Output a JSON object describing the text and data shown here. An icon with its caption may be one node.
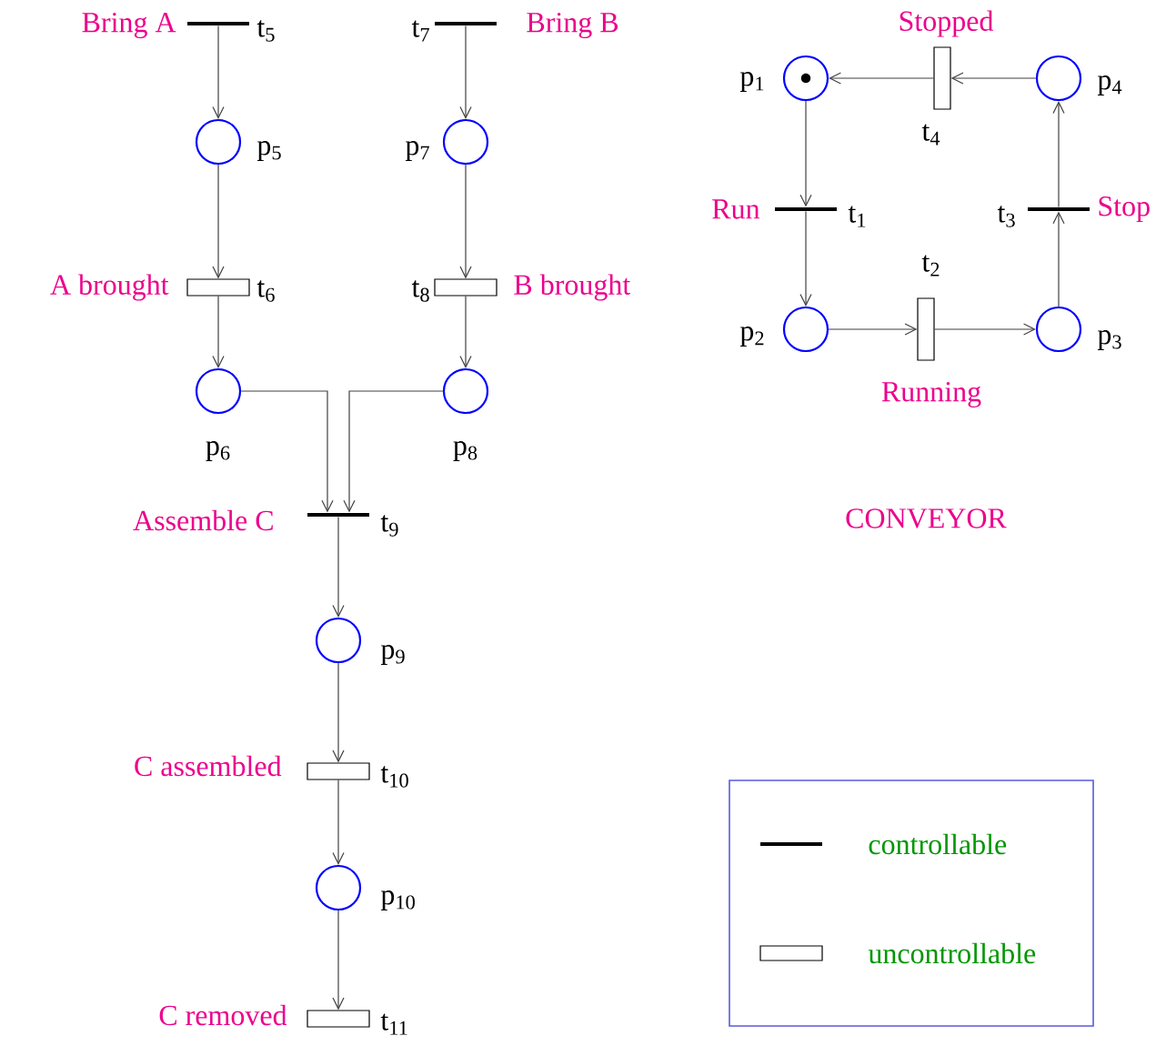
{
  "diagram": {
    "nodes": [
      {
        "text": [],
        "shape": "bar",
        "beside": [
          "Bring A",
          "t$_{5}$"
        ]
      },
      {
        "text": [],
        "shape": "bar",
        "beside": [
          "t$_{7}$",
          "Bring B"
        ]
      },
      {
        "text": [],
        "shape": "circle",
        "beside": [
          "p$_{5}$"
        ]
      },
      {
        "text": [],
        "shape": "circle",
        "beside": [
          "p$_{7}$"
        ]
      },
      {
        "text": [],
        "shape": "box",
        "beside": [
          "A brought",
          "t$_{6}$"
        ]
      },
      {
        "text": [],
        "shape": "box",
        "beside": [
          "t$_{8}$",
          "B brought"
        ]
      },
      {
        "text": [],
        "shape": "circle",
        "beside": [
          "p$_{6}$"
        ]
      },
      {
        "text": [],
        "shape": "circle",
        "beside": [
          "p$_{8}$"
        ]
      },
      {
        "text": [],
        "shape": "bar",
        "beside": [
          "Assemble C",
          "t$_{9}$"
        ]
      },
      {
        "text": [],
        "shape": "circle",
        "beside": [
          "p$_{9}$"
        ]
      },
      {
        "text": [],
        "shape": "box",
        "beside": [
          "C assembled",
          "t$_{10}$"
        ]
      },
      {
        "text": [],
        "shape": "circle",
        "beside": [
          "p$_{10}$"
        ]
      },
      {
        "text": [],
        "shape": "box",
        "beside": [
          "C removed",
          "t$_{11}$"
        ]
      },
      {
        "text": [],
        "shape": "circle",
        "beside": [
          "p$_{1}$"
        ]
      },
      {
        "text": [],
        "shape": "box",
        "beside": [
          "Stopped",
          "t$_{4}$"
        ]
      },
      {
        "text": [],
        "shape": "circle",
        "beside": [
          "p$_{4}$"
        ]
      },
      {
        "text": [],
        "shape": "bar",
        "beside": [
          "Run",
          "t$_{1}$"
        ]
      },
      {
        "text": [],
        "shape": "bar",
        "beside": [
          "t$_{3}$",
          "Stop"
        ]
      },
      {
        "text": [],
        "shape": "circle",
        "beside": [
          "p$_{2}$"
        ]
      },
      {
        "text": [],
        "shape": "box",
        "beside": [
          "t$_{2}$",
          "Running"
        ]
      },
      {
        "text": [],
        "shape": "circle",
        "beside": [
          "p$_{3}$"
        ]
      }
    ],
    "edges": [
      {
        "from": 0,
        "to": 2,
        "arrow": "to"
      },
      {
        "from": 2,
        "to": 4,
        "arrow": "to"
      },
      {
        "from": 4,
        "to": 6,
        "arrow": "to"
      },
      {
        "from": 6,
        "to": 8,
        "arrow": "to"
      },
      {
        "from": 1,
        "to": 3,
        "arrow": "to"
      },
      {
        "from": 3,
        "to": 5,
        "arrow": "to"
      },
      {
        "from": 5,
        "to": 7,
        "arrow": "to"
      },
      {
        "from": 7,
        "to": 8,
        "arrow": "to"
      },
      {
        "from": 8,
        "to": 9,
        "arrow": "to"
      },
      {
        "from": 9,
        "to": 10,
        "arrow": "to"
      },
      {
        "from": 10,
        "to": 11,
        "arrow": "to"
      },
      {
        "from": 11,
        "to": 12,
        "arrow": "to"
      },
      {
        "from": 13,
        "to": 16,
        "arrow": "to"
      },
      {
        "from": 16,
        "to": 18,
        "arrow": "to"
      },
      {
        "from": 18,
        "to": 19,
        "arrow": "to"
      },
      {
        "from": 19,
        "to": 20,
        "arrow": "to"
      },
      {
        "from": 20,
        "to": 17,
        "arrow": "to"
      },
      {
        "from": 17,
        "to": 15,
        "arrow": "to"
      },
      {
        "from": 15,
        "to": 14,
        "arrow": "to"
      },
      {
        "from": 14,
        "to": 13,
        "arrow": "to"
      }
    ],
    "labels": [
      "CONVEYOR"
    ],
    "legend": [
      {
        "text": "controllable"
      },
      {
        "text": "uncontrollable"
      }
    ]
  }
}
